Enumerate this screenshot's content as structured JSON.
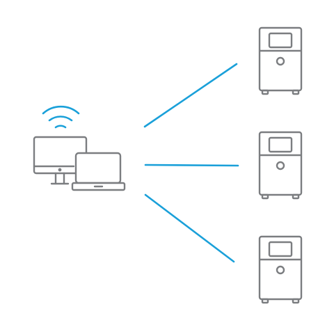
{
  "diagram": {
    "client": {
      "wifi_icon": "wifi-icon",
      "desktop_icon": "desktop-monitor-icon",
      "laptop_icon": "laptop-icon"
    },
    "servers": [
      {
        "icon": "server-tower-icon"
      },
      {
        "icon": "server-tower-icon"
      },
      {
        "icon": "server-tower-icon"
      }
    ],
    "connections": [
      {
        "from": "client",
        "to": "server-1"
      },
      {
        "from": "client",
        "to": "server-2"
      },
      {
        "from": "client",
        "to": "server-3"
      }
    ]
  },
  "colors": {
    "device_stroke": "#7b7d80",
    "connection": "#1aa0d9",
    "wifi": "#1aa0d9",
    "background": "#ffffff"
  }
}
